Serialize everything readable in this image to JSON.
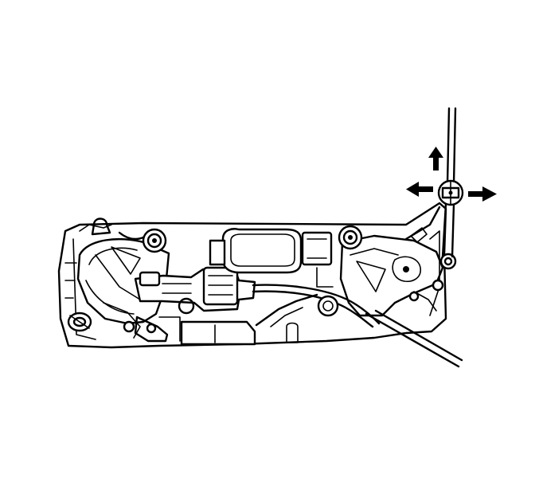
{
  "diagram": {
    "subject": "door-handle-assembly-with-release-rod",
    "arrows": [
      {
        "name": "arrow-up",
        "direction": "up"
      },
      {
        "name": "arrow-left",
        "direction": "left"
      },
      {
        "name": "arrow-right",
        "direction": "right"
      }
    ],
    "colors": {
      "stroke": "#000000",
      "background": "#ffffff"
    }
  }
}
